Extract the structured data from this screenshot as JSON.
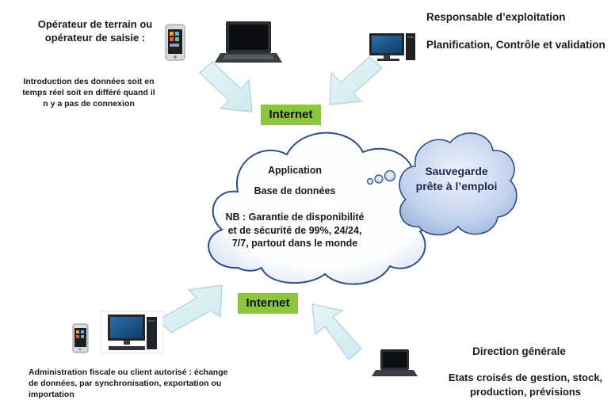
{
  "top_left": {
    "operator_title": "Opérateur de terrain ou opérateur de saisie :",
    "operator_desc": "Introduction des données soit en temps réel soit en différé quand il n y a pas de connexion"
  },
  "top_right": {
    "title": "Responsable d’exploitation",
    "subtitle": "Planification, Contrôle et validation"
  },
  "internet_top": "Internet",
  "internet_bottom": "Internet",
  "cloud": {
    "line1": "Application",
    "line2": "Base de données",
    "line3": "NB : Garantie de disponibilité et de sécurité de 99%, 24/24, 7/7, partout dans le monde"
  },
  "backup_bubble": "Sauvegarde prête à l’emploi",
  "bottom_left": {
    "desc": "Administration fiscale ou client autorisé : échange de données, par synchronisation, exportation ou importation"
  },
  "bottom_right": {
    "title": "Direction générale",
    "subtitle": "Etats croisés de gestion, stock, production, prévisions"
  },
  "icons": [
    "smartphone-icon",
    "laptop-icon",
    "desktop-computer-icon",
    "cloud-icon",
    "thought-bubble-icon",
    "arrow-icon"
  ],
  "colors": {
    "internet_badge": "#8cc63f",
    "cloud_fill": "#ffffff",
    "cloud_stroke": "#2f4d86",
    "bubble_fill": "#cfdaf0",
    "bubble_stroke": "#2f4d86",
    "arrow_fill": "#dff0f5",
    "arrow_stroke": "#b7d8e3"
  }
}
